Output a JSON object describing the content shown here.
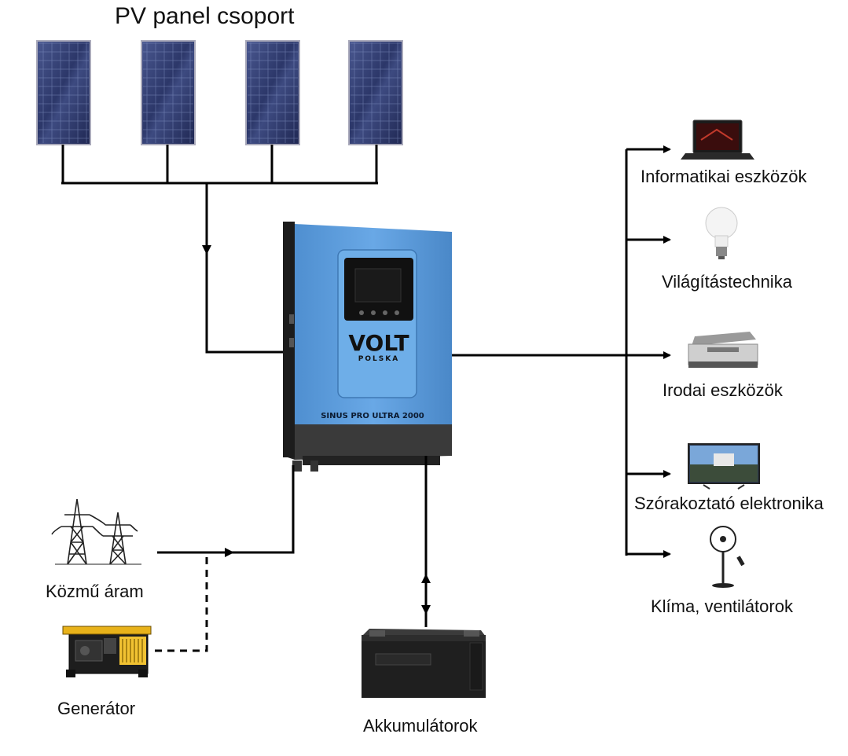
{
  "title": "PV panel csoport",
  "inverter": {
    "brand": "VOLT",
    "brand_sub": "POLSKA",
    "model": "SINUS PRO ULTRA 2000"
  },
  "sources": {
    "grid_label": "Közmű áram",
    "generator_label": "Generátor"
  },
  "battery_label": "Akkumulátorok",
  "loads": [
    {
      "label": "Informatikai eszközök",
      "icon": "laptop-icon"
    },
    {
      "label": "Világítástechnika",
      "icon": "light-bulb-icon"
    },
    {
      "label": "Irodai eszközök",
      "icon": "printer-icon"
    },
    {
      "label": "Szórakoztató elektronika",
      "icon": "tv-icon"
    },
    {
      "label": "Klíma, ventilátorok",
      "icon": "fan-icon"
    }
  ],
  "colors": {
    "inverter_body": "#5b9bd5",
    "inverter_dark": "#2b2b2b",
    "panel": "#2f3a6b",
    "line": "#000000"
  }
}
